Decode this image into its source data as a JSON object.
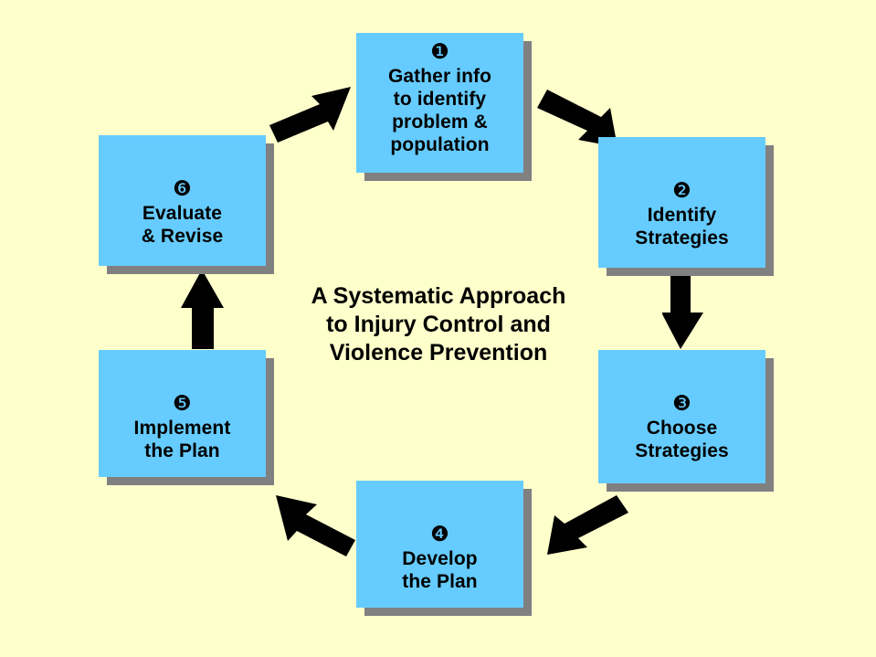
{
  "diagram": {
    "title": "A Systematic Approach\nto Injury Control and\nViolence Prevention",
    "background_color": "#ffffcc",
    "box_color": "#66ccff",
    "shadow_color": "#808080",
    "text_color": "#000000",
    "steps": [
      {
        "number": "❶",
        "number_plain": "1",
        "label": "Gather info\nto identify\nproblem &\npopulation"
      },
      {
        "number": "❷",
        "number_plain": "2",
        "label": "Identify\nStrategies"
      },
      {
        "number": "❸",
        "number_plain": "3",
        "label": "Choose\nStrategies"
      },
      {
        "number": "❹",
        "number_plain": "4",
        "label": "Develop\nthe Plan"
      },
      {
        "number": "❺",
        "number_plain": "5",
        "label": "Implement\nthe Plan"
      },
      {
        "number": "❻",
        "number_plain": "6",
        "label": "Evaluate\n& Revise"
      }
    ],
    "arrows": [
      {
        "name": "arrow-6-to-1",
        "from": "6",
        "to": "1",
        "direction": "up-right"
      },
      {
        "name": "arrow-1-to-2",
        "from": "1",
        "to": "2",
        "direction": "down-right"
      },
      {
        "name": "arrow-2-to-3",
        "from": "2",
        "to": "3",
        "direction": "down"
      },
      {
        "name": "arrow-3-to-4",
        "from": "3",
        "to": "4",
        "direction": "down-left"
      },
      {
        "name": "arrow-4-to-5",
        "from": "4",
        "to": "5",
        "direction": "up-left"
      },
      {
        "name": "arrow-5-to-6",
        "from": "5",
        "to": "6",
        "direction": "up"
      }
    ]
  }
}
